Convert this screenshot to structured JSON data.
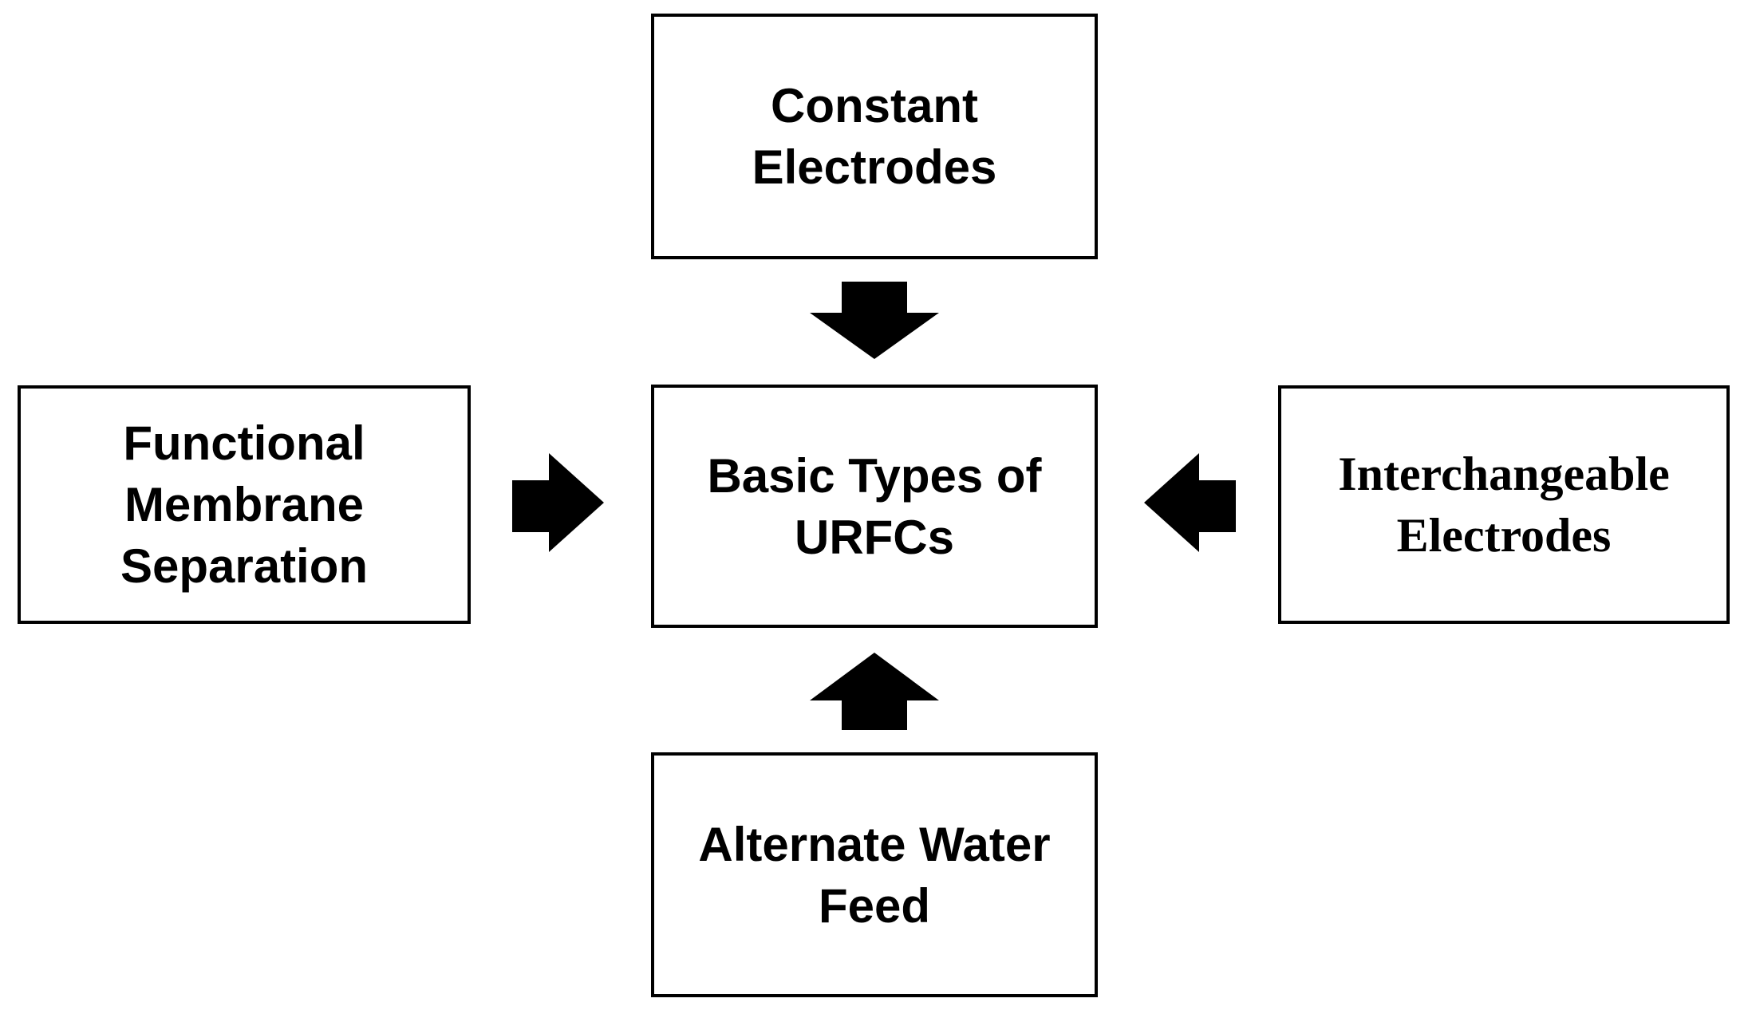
{
  "figure": {
    "title": "Basic types of URFCs diagram",
    "colors": {
      "background": "#ffffff",
      "box_fill": "#ffffff",
      "box_border": "#000000",
      "text": "#000000",
      "arrow": "#000000"
    }
  },
  "nodes": {
    "center": {
      "label": "Basic Types of\nURFCs"
    },
    "top": {
      "label": "Constant\nElectrodes"
    },
    "left": {
      "label": "Functional\nMembrane\nSeparation"
    },
    "right": {
      "label": "Interchangeable\nElectrodes"
    },
    "bottom": {
      "label": "Alternate Water\nFeed"
    }
  },
  "arrows": [
    {
      "id": "top-to-center",
      "direction": "down"
    },
    {
      "id": "left-to-center",
      "direction": "right"
    },
    {
      "id": "right-to-center",
      "direction": "left"
    },
    {
      "id": "bottom-to-center",
      "direction": "up"
    }
  ]
}
